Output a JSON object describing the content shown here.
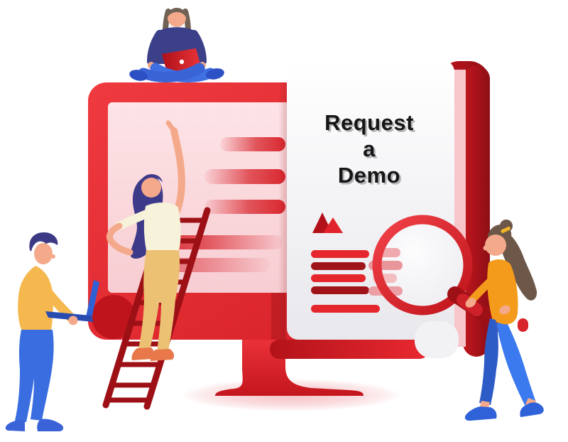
{
  "demo_panel": {
    "title_line1": "Request",
    "title_line2": "a",
    "title_line3": "Demo"
  },
  "colors": {
    "red_primary": "#e1252b",
    "red_bright": "#ea2930",
    "red_dark": "#9c1016",
    "maroon_roll": "#8e0e15",
    "screen_pink": "#f9d6da",
    "floor_shadow_pink": "#f5c2c7",
    "paper_white": "#ffffff",
    "paper_gray": "#e8e8ed",
    "paper_edge_pink": "#f6c6ca",
    "title_text": "#161616",
    "navy_sweater": "#3c4089",
    "indigo_hair": "#3e3a8a",
    "blue_jeans": "#3a6ee0",
    "blue_jeans_light": "#3b79ef",
    "blue_jeans_dark": "#2e5cc7",
    "laptop_blue": "#3061d4",
    "skin": "#f4a98b",
    "hair_brown": "#6f6254",
    "orange_sweater": "#f59b1b",
    "yellow_sweater": "#f5b84e",
    "tan_pants": "#ecc173",
    "shoe_orange": "#e8784a"
  },
  "icons": {
    "magnifier": "magnifier-icon",
    "mountains": "mountain-peaks-icon",
    "ladder": "ladder-icon",
    "monitor": "monitor-icon",
    "red_laptop": "laptop-icon",
    "blue_laptop": "laptop-icon",
    "document": "document-icon"
  }
}
